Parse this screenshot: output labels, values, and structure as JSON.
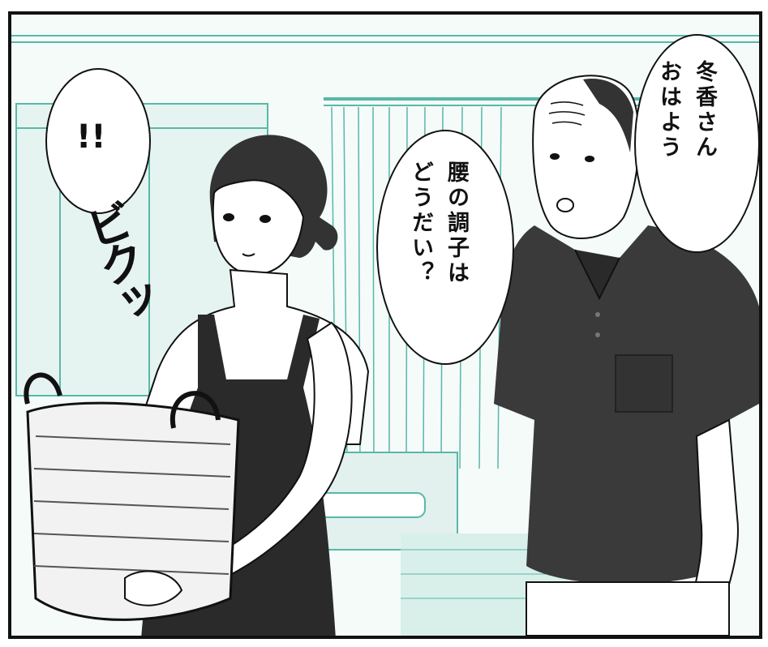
{
  "scene": {
    "woman_exclaim": "!!",
    "sfx": "ビクッ",
    "man_line_1": "冬香さん\nおはよう",
    "man_line_2": "腰の調子は\nどうだい？"
  },
  "colors": {
    "room_line": "#58b8a8",
    "room_fill": "#e6f4f1",
    "ink": "#111111",
    "shirt": "#3a3a3a",
    "apron": "#2a2a2a"
  }
}
